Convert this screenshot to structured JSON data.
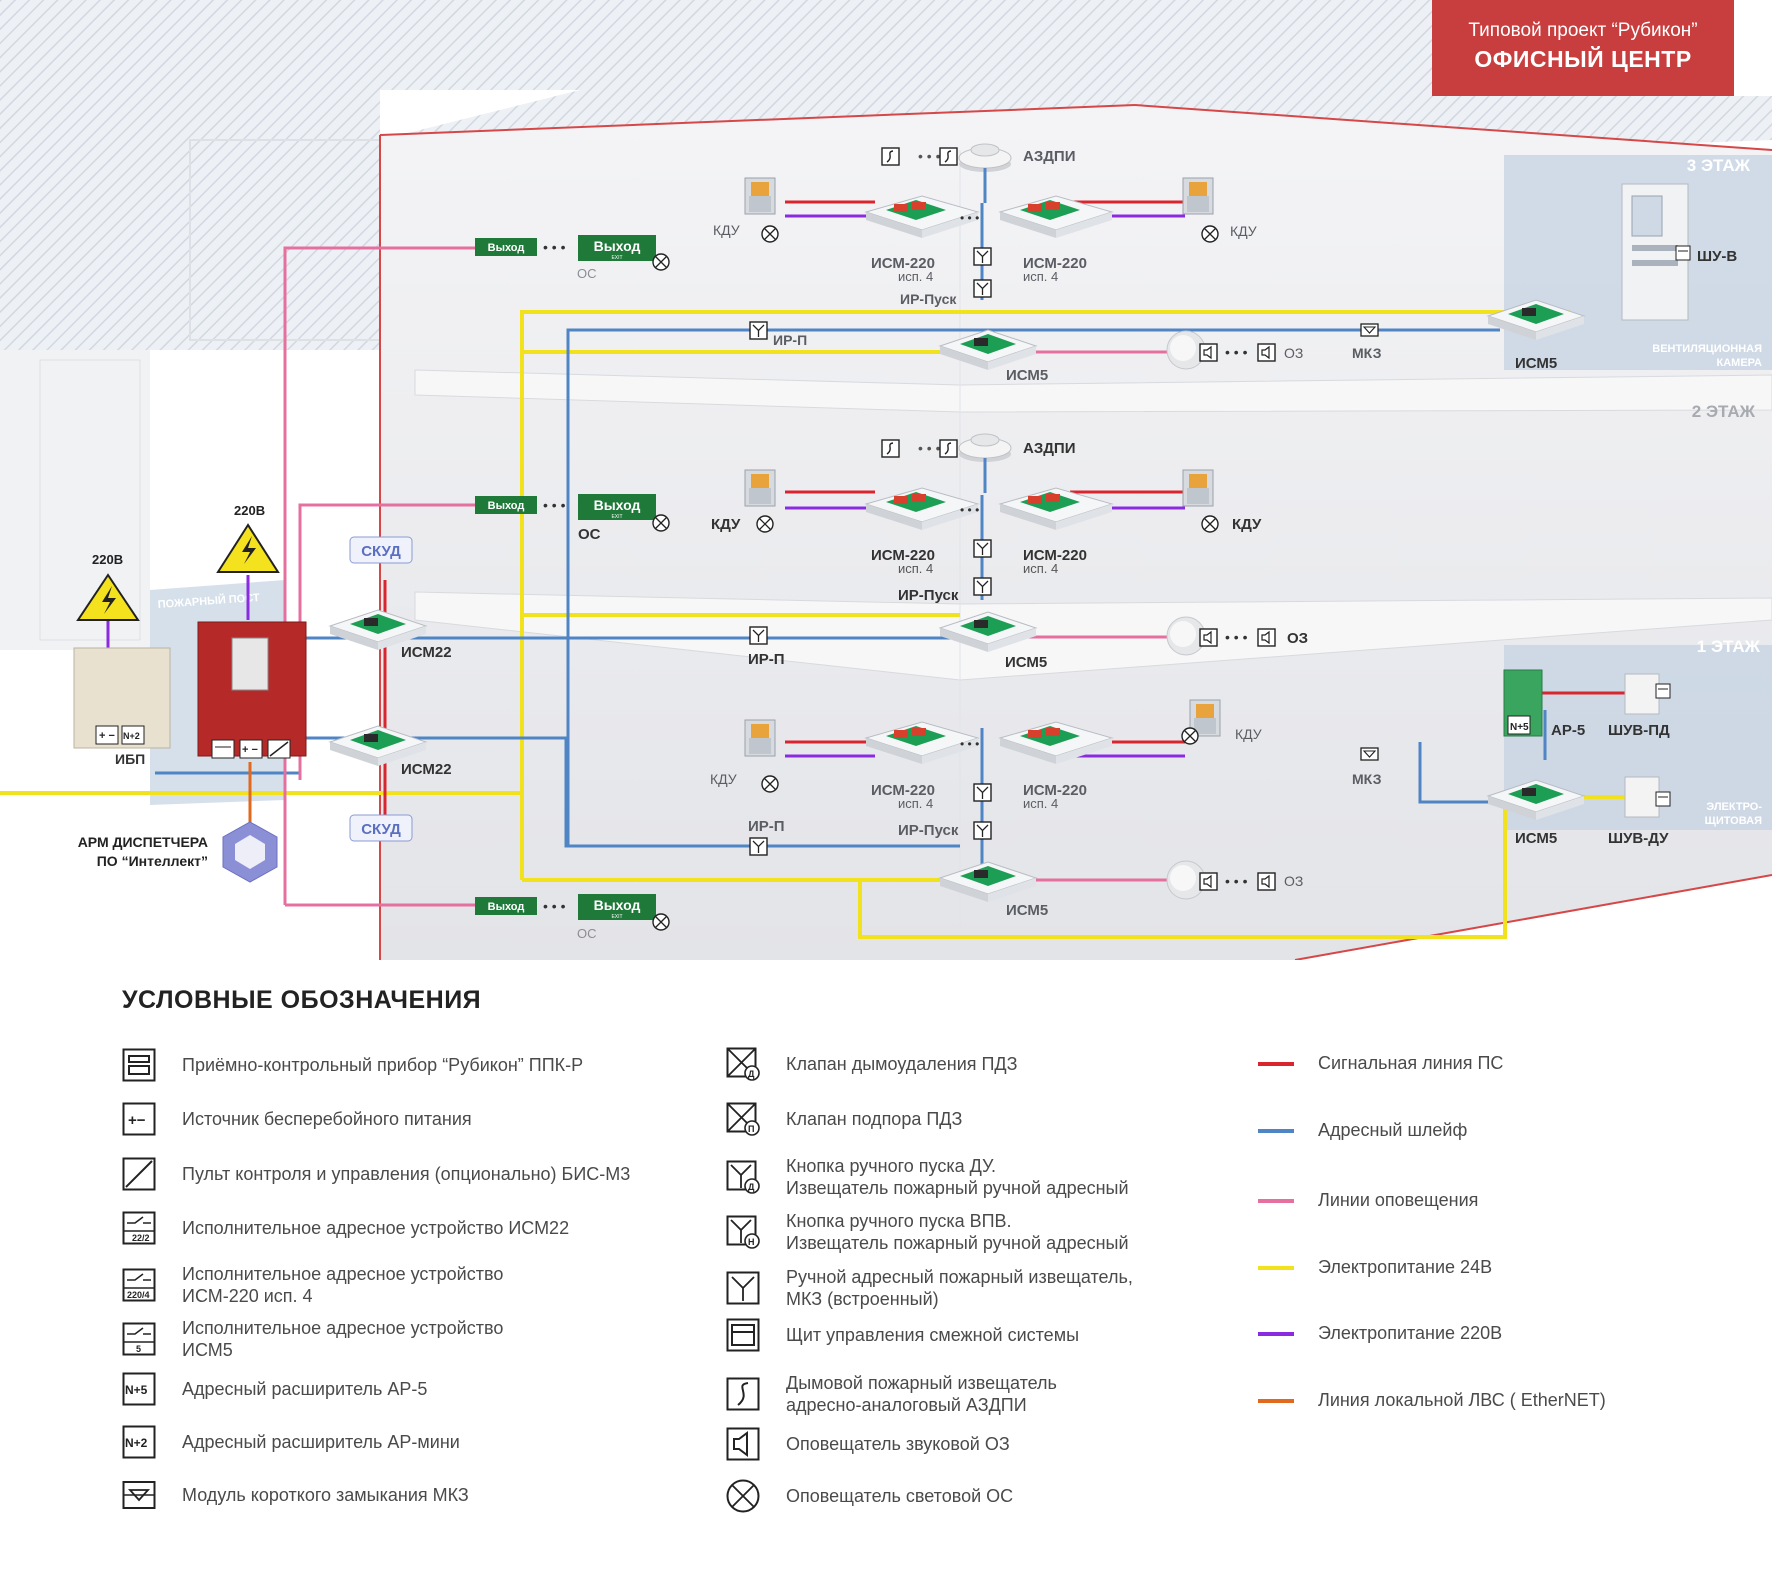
{
  "header": {
    "line1": "Типовой проект “Рубикон”",
    "line2": "ОФИСНЫЙ ЦЕНТР"
  },
  "floors": {
    "f3": "3 ЭТАЖ",
    "f2": "2 ЭТАЖ",
    "f1": "1 ЭТАЖ"
  },
  "rooms": {
    "vent": [
      "ВЕНТИЛЯЦИОННАЯ",
      "КАМЕРА"
    ],
    "electro": [
      "ЭЛЕКТРО-",
      "ЩИТОВАЯ"
    ],
    "fire_post": "ПОЖАРНЫЙ ПОСТ"
  },
  "labels": {
    "azdpi": "АЗДПИ",
    "kdu": "КДУ",
    "ism220": "ИСМ-220",
    "isp4": "исп. 4",
    "ir_pusk": "ИР-Пуск",
    "ir_p": "ИР-П",
    "ism5": "ИСМ5",
    "oz": "ОЗ",
    "mkz": "МКЗ",
    "shu_v": "ШУ-В",
    "os": "ОС",
    "exit": "Выход",
    "skud": "СКУД",
    "ism22": "ИСМ22",
    "v220": "220В",
    "ibp": "ИБП",
    "arm1": "АРМ ДИСПЕТЧЕРА",
    "arm2": "ПО “Интеллект”",
    "ap5": "АР-5",
    "shu_pd": "ШУВ-ПД",
    "shu_du": "ШУВ-ДУ"
  },
  "colors": {
    "signal": "#d9262e",
    "address": "#4f85c4",
    "notify": "#e5709f",
    "power24": "#f2e21e",
    "power220": "#8a2be2",
    "lan": "#e0691e"
  },
  "legend": {
    "title": "УСЛОВНЫЕ ОБОЗНАЧЕНИЯ",
    "col1": [
      {
        "icon": "panel-icon",
        "lines": [
          "Приёмно-контрольный прибор “Рубикон” ППК-Р"
        ]
      },
      {
        "icon": "ups-icon",
        "lines": [
          "Источник бесперебойного питания"
        ]
      },
      {
        "icon": "control-panel-icon",
        "lines": [
          "Пульт контроля и управления (опционально) БИС-М3"
        ]
      },
      {
        "icon": "ism22-icon",
        "lines": [
          "Исполнительное адресное устройство ИСМ22"
        ]
      },
      {
        "icon": "ism220-icon",
        "lines": [
          "Исполнительное адресное устройство",
          "ИСМ-220 исп. 4"
        ]
      },
      {
        "icon": "ism5-icon",
        "lines": [
          "Исполнительное адресное устройство",
          "ИСМ5"
        ]
      },
      {
        "icon": "ap5-icon",
        "lines": [
          "Адресный расширитель АР-5"
        ]
      },
      {
        "icon": "ap-mini-icon",
        "lines": [
          "Адресный расширитель АР-мини"
        ]
      },
      {
        "icon": "mkz-icon",
        "lines": [
          "Модуль короткого замыкания МКЗ"
        ]
      }
    ],
    "col2": [
      {
        "icon": "smoke-valve-icon",
        "lines": [
          "Клапан дымоудаления ПДЗ"
        ]
      },
      {
        "icon": "supply-valve-icon",
        "lines": [
          "Клапан подпора ПДЗ"
        ]
      },
      {
        "icon": "manual-du-icon",
        "lines": [
          "Кнопка ручного пуска ДУ.",
          "Извещатель пожарный ручной адресный"
        ]
      },
      {
        "icon": "manual-vpv-icon",
        "lines": [
          "Кнопка ручного пуска ВПВ.",
          "Извещатель пожарный ручной адресный"
        ]
      },
      {
        "icon": "manual-call-icon",
        "lines": [
          "Ручной адресный пожарный извещатель,",
          "МКЗ (встроенный)"
        ]
      },
      {
        "icon": "adjacent-panel-icon",
        "lines": [
          "Щит управления смежной системы"
        ]
      },
      {
        "icon": "smoke-detector-icon",
        "lines": [
          "Дымовой пожарный извещатель",
          "адресно-аналоговый АЗДПИ"
        ]
      },
      {
        "icon": "sounder-icon",
        "lines": [
          "Оповещатель звуковой ОЗ"
        ]
      },
      {
        "icon": "strobe-icon",
        "lines": [
          "Оповещатель световой ОС"
        ]
      }
    ],
    "lines": [
      {
        "color": "#d9262e",
        "label": "Сигнальная линия ПС"
      },
      {
        "color": "#4f85c4",
        "label": "Адресный шлейф"
      },
      {
        "color": "#e5709f",
        "label": "Линии оповещения"
      },
      {
        "color": "#f2e21e",
        "label": "Электропитание 24В"
      },
      {
        "color": "#8a2be2",
        "label": "Электропитание 220В"
      },
      {
        "color": "#e0691e",
        "label": "Линия локальной ЛВС ( EtherNET)"
      }
    ]
  }
}
